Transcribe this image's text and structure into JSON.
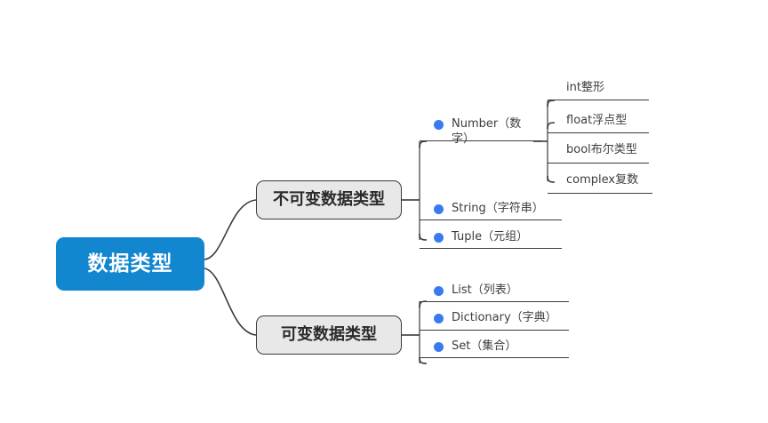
{
  "diagram": {
    "type": "mindmap",
    "title": "数据类型",
    "root": {
      "label": "数据类型",
      "color": "#1287d0",
      "text_color": "#ffffff"
    },
    "branches": [
      {
        "id": "immutable",
        "label": "不可变数据类型",
        "fill": "#e8e8e8",
        "border": "#3b3b3b",
        "leaves": [
          {
            "id": "number",
            "label": "Number（数\n字）",
            "bullet_color": "#3a7af0",
            "children": [
              {
                "id": "int",
                "label": "int整形"
              },
              {
                "id": "float",
                "label": "float浮点型"
              },
              {
                "id": "bool",
                "label": "bool布尔类型"
              },
              {
                "id": "complex",
                "label": "complex复数"
              }
            ]
          },
          {
            "id": "string",
            "label": "String（字符串）",
            "bullet_color": "#3a7af0",
            "children": []
          },
          {
            "id": "tuple",
            "label": "Tuple（元组）",
            "bullet_color": "#3a7af0",
            "children": []
          }
        ]
      },
      {
        "id": "mutable",
        "label": "可变数据类型",
        "fill": "#e8e8e8",
        "border": "#3b3b3b",
        "leaves": [
          {
            "id": "list",
            "label": "List（列表）",
            "bullet_color": "#3a7af0",
            "children": []
          },
          {
            "id": "dictionary",
            "label": "Dictionary（字典）",
            "bullet_color": "#3a7af0",
            "children": []
          },
          {
            "id": "set",
            "label": "Set（集合）",
            "bullet_color": "#3a7af0",
            "children": []
          }
        ]
      }
    ]
  }
}
